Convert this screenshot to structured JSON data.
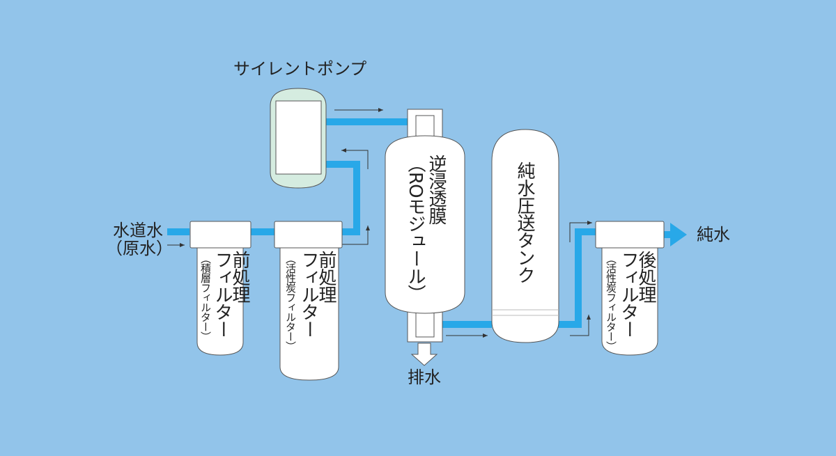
{
  "colors": {
    "background": "#92c4ea",
    "pipe": "#28a8e8",
    "vessel": "#ffffff",
    "outline": "#555555"
  },
  "labels": {
    "pump": "サイレントポンプ",
    "tap_water_1": "水道水",
    "tap_water_2": "（原水）",
    "drain": "排水",
    "pure_water": "純水"
  },
  "components": {
    "prefilter1": {
      "title_1": "前処理",
      "title_2": "フィルター",
      "sub": "（積層フィルター）"
    },
    "prefilter2": {
      "title_1": "前処理",
      "title_2": "フィルター",
      "sub": "（活性炭フィルター）"
    },
    "ro_module": {
      "title_1": "逆浸透膜",
      "title_2": "（ROモジュール）"
    },
    "tank": {
      "title": "純水圧送タンク"
    },
    "postfilter": {
      "title_1": "後処理",
      "title_2": "フィルター",
      "sub": "（活性炭フィルター）"
    }
  }
}
